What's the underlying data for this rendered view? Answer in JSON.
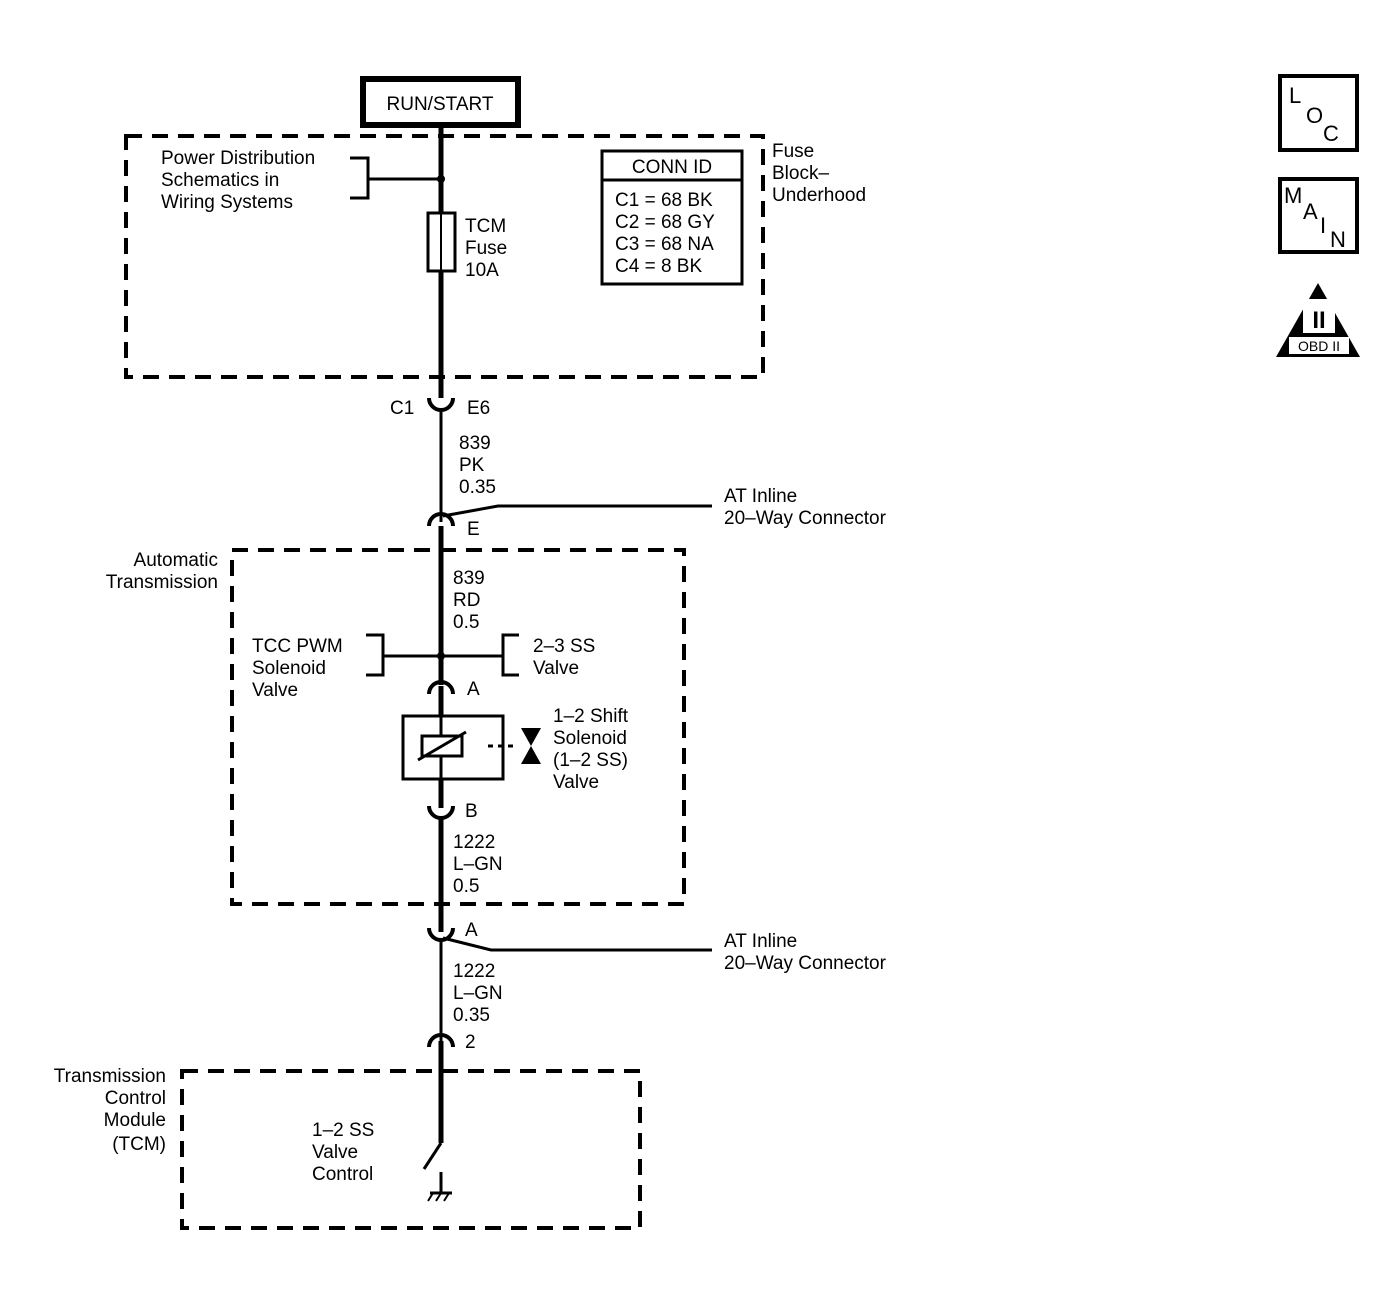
{
  "power_source": "RUN/START",
  "fuse_block": {
    "label": [
      "Fuse",
      "Block–",
      "Underhood"
    ],
    "power_dist_ref": [
      "Power Distribution",
      "Schematics in",
      "Wiring Systems"
    ],
    "fuse": [
      "TCM",
      "Fuse",
      "10A"
    ],
    "conn_id_title": "CONN ID",
    "conn_ids": [
      "C1 = 68 BK",
      "C2 = 68 GY",
      "C3 = 68 NA",
      "C4 = 8 BK"
    ],
    "connector": "C1",
    "pin": "E6"
  },
  "wire_839_pk": [
    "839",
    "PK",
    "0.35"
  ],
  "inline_connector_1": {
    "label": [
      "AT Inline",
      "20–Way Connector"
    ],
    "pin": "E"
  },
  "automatic_transmission": {
    "label": [
      "Automatic",
      "Transmission"
    ],
    "wire_839_rd": [
      "839",
      "RD",
      "0.5"
    ],
    "tcc_ref": [
      "TCC PWM",
      "Solenoid",
      "Valve"
    ],
    "ss23_ref": [
      "2–3 SS",
      "Valve"
    ],
    "pin_a": "A",
    "solenoid": [
      "1–2 Shift",
      "Solenoid",
      "(1–2 SS)",
      "Valve"
    ],
    "pin_b": "B",
    "wire_1222_lgn": [
      "1222",
      "L–GN",
      "0.5"
    ]
  },
  "inline_connector_2": {
    "label": [
      "AT Inline",
      "20–Way Connector"
    ],
    "pin": "A"
  },
  "wire_1222_lgn_035": [
    "1222",
    "L–GN",
    "0.35"
  ],
  "tcm": {
    "pin": "2",
    "label": [
      "Transmission",
      "Control",
      "Module",
      "(TCM)"
    ],
    "control": [
      "1–2 SS",
      "Valve",
      "Control"
    ]
  },
  "icons": {
    "loc": [
      "L",
      "O",
      "C"
    ],
    "main": [
      "M",
      "A",
      "I",
      "N"
    ],
    "obd_numeral": "II",
    "obd_label": "OBD II"
  }
}
